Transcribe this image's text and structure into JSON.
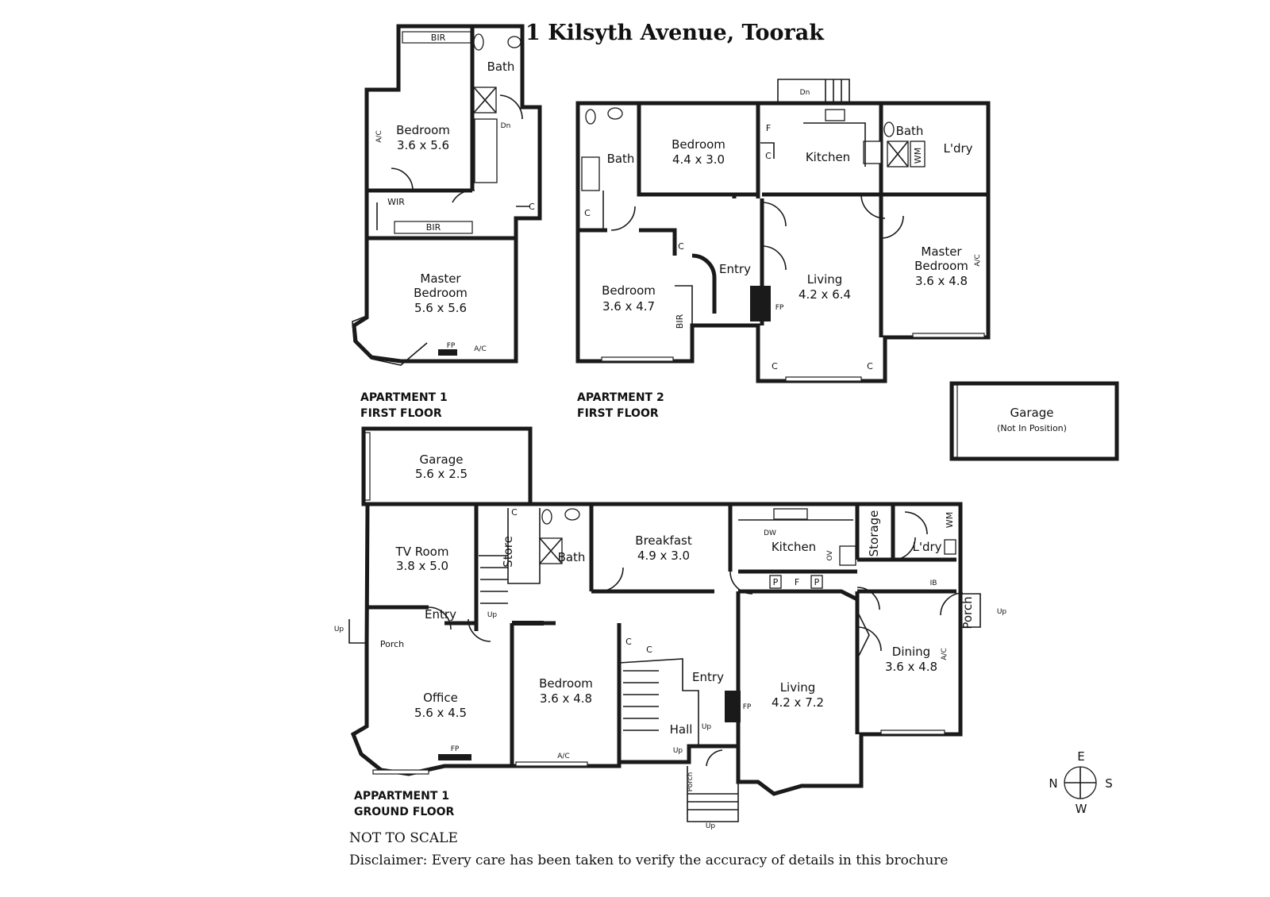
{
  "title": "1 Kilsyth Avenue, Toorak",
  "not_to_scale": "NOT TO SCALE",
  "disclaimer": "Disclaimer: Every care has been taken to verify the accuracy of details in this brochure",
  "apt1_first": {
    "caption_1": "APARTMENT 1",
    "caption_2": "FIRST FLOOR",
    "rooms": {
      "bir_top": "BIR",
      "bath": "Bath",
      "bedroom": "Bedroom",
      "bedroom_dim": "3.6 x 5.6",
      "wir": "WIR",
      "bir_mid": "BIR",
      "master_1": "Master",
      "master_2": "Bedroom",
      "master_dim": "5.6 x 5.6",
      "dn": "Dn",
      "c": "C",
      "ac_1": "A/C",
      "ac_2": "A/C",
      "fp": "FP"
    }
  },
  "apt2_first": {
    "caption_1": "APARTMENT 2",
    "caption_2": "FIRST FLOOR",
    "rooms": {
      "bath_left": "Bath",
      "bedroom_top": "Bedroom",
      "bedroom_top_dim": "4.4 x 3.0",
      "kitchen": "Kitchen",
      "bath_right": "Bath",
      "wm": "WM",
      "ldry": "L'dry",
      "bedroom_low": "Bedroom",
      "bedroom_low_dim": "3.6 x 4.7",
      "bir": "BIR",
      "entry": "Entry",
      "living": "Living",
      "living_dim": "4.2 x 6.4",
      "master_1": "Master",
      "master_2": "Bedroom",
      "master_dim": "3.6 x 4.8",
      "dn": "Dn",
      "f": "F",
      "c": "C",
      "fp": "FP",
      "ac": "A/C"
    }
  },
  "garage_np": {
    "label": "Garage",
    "sub": "(Not In Position)"
  },
  "ground": {
    "caption_1": "APPARTMENT 1",
    "caption_2": "GROUND FLOOR",
    "rooms": {
      "garage": "Garage",
      "garage_dim": "5.6 x 2.5",
      "tv": "TV Room",
      "tv_dim": "3.8 x 5.0",
      "store": "Store",
      "bath": "Bath",
      "breakfast": "Breakfast",
      "breakfast_dim": "4.9 x 3.0",
      "kitchen": "Kitchen",
      "dw": "DW",
      "ov": "OV",
      "storage": "Storage",
      "ldry": "L'dry",
      "wm": "WM",
      "ib": "IB",
      "porch_right": "Porch",
      "up": "Up",
      "entry_left": "Entry",
      "porch_left": "Porch",
      "office": "Office",
      "office_dim": "5.6 x 4.5",
      "bedroom": "Bedroom",
      "bedroom_dim": "3.6 x 4.8",
      "entry_mid": "Entry",
      "hall": "Hall",
      "porch_bottom": "Porch",
      "living": "Living",
      "living_dim": "4.2 x 7.2",
      "dining": "Dining",
      "dining_dim": "3.6 x 4.8",
      "p": "P",
      "f": "F",
      "c": "C",
      "fp": "FP",
      "ac": "A/C"
    }
  },
  "compass": {
    "e": "E",
    "n": "N",
    "s": "S",
    "w": "W"
  }
}
